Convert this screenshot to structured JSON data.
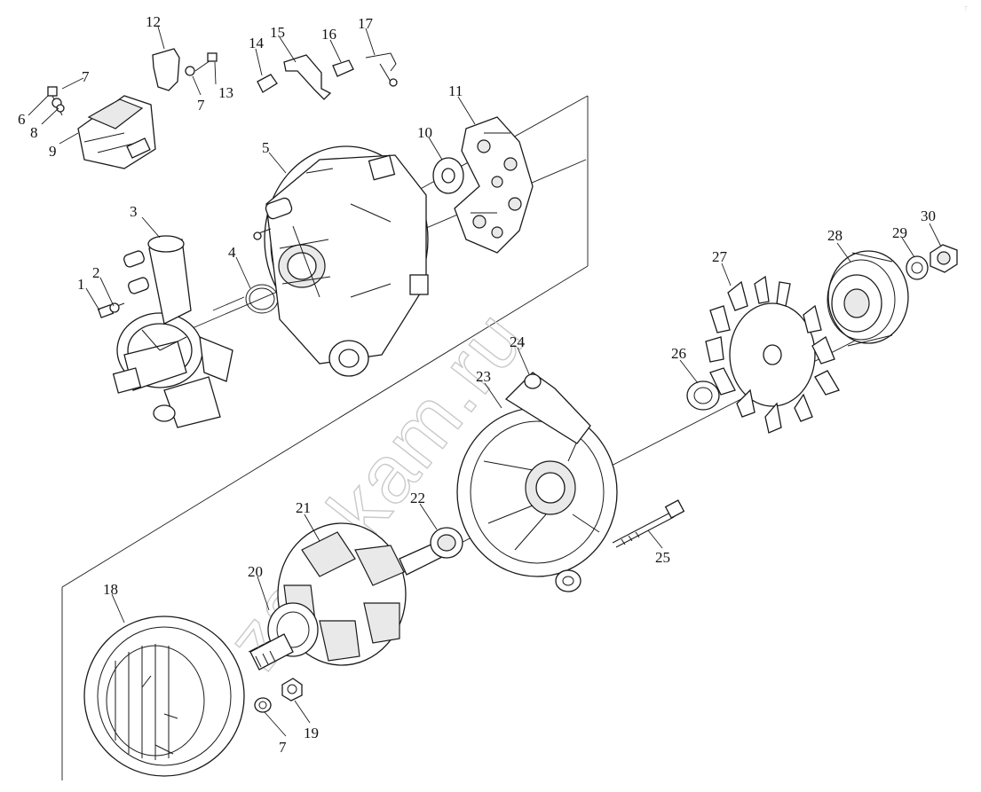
{
  "watermark": "zap-kam.ru",
  "callouts": [
    "1",
    "2",
    "3",
    "4",
    "5",
    "6",
    "7",
    "8",
    "9",
    "10",
    "11",
    "12",
    "13",
    "14",
    "15",
    "16",
    "17",
    "18",
    "19",
    "20",
    "21",
    "22",
    "23",
    "24",
    "25",
    "26",
    "27",
    "28",
    "29",
    "30",
    "7",
    "7",
    "7"
  ]
}
